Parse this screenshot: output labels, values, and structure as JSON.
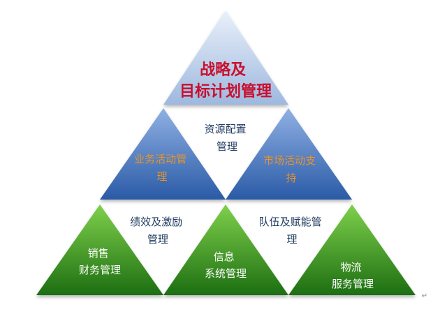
{
  "diagram": {
    "top": {
      "lines": [
        "战略及",
        "目标计划管理"
      ]
    },
    "middle_left": {
      "lines": [
        "业务活动管",
        "理"
      ]
    },
    "middle_center": {
      "lines": [
        "资源配置",
        "管理"
      ]
    },
    "middle_right": {
      "lines": [
        "市场活动支",
        "持"
      ]
    },
    "bottom_gap_left": {
      "lines": [
        "绩效及激励",
        "管理"
      ]
    },
    "bottom_gap_right": {
      "lines": [
        "队伍及赋能管",
        "理"
      ]
    },
    "bottom_left": {
      "lines": [
        "销售",
        "财务管理"
      ]
    },
    "bottom_center": {
      "lines": [
        "信息",
        "系统管理"
      ]
    },
    "bottom_right": {
      "lines": [
        "物流",
        "服务管理"
      ]
    },
    "paragraph_mark": "↵"
  },
  "colors": {
    "top_fill_light": "#e9f0fa",
    "top_fill_dark": "#9eb8de",
    "blue_fill_light": "#8fb0e3",
    "blue_fill_dark": "#2a5aa6",
    "green_fill_light": "#7ed04b",
    "green_fill_dark": "#1d6e12",
    "top_text": "#c8102e",
    "blue_text": "#e8942a",
    "gap_text": "#1f3a5f",
    "green_text": "#ffffff"
  }
}
